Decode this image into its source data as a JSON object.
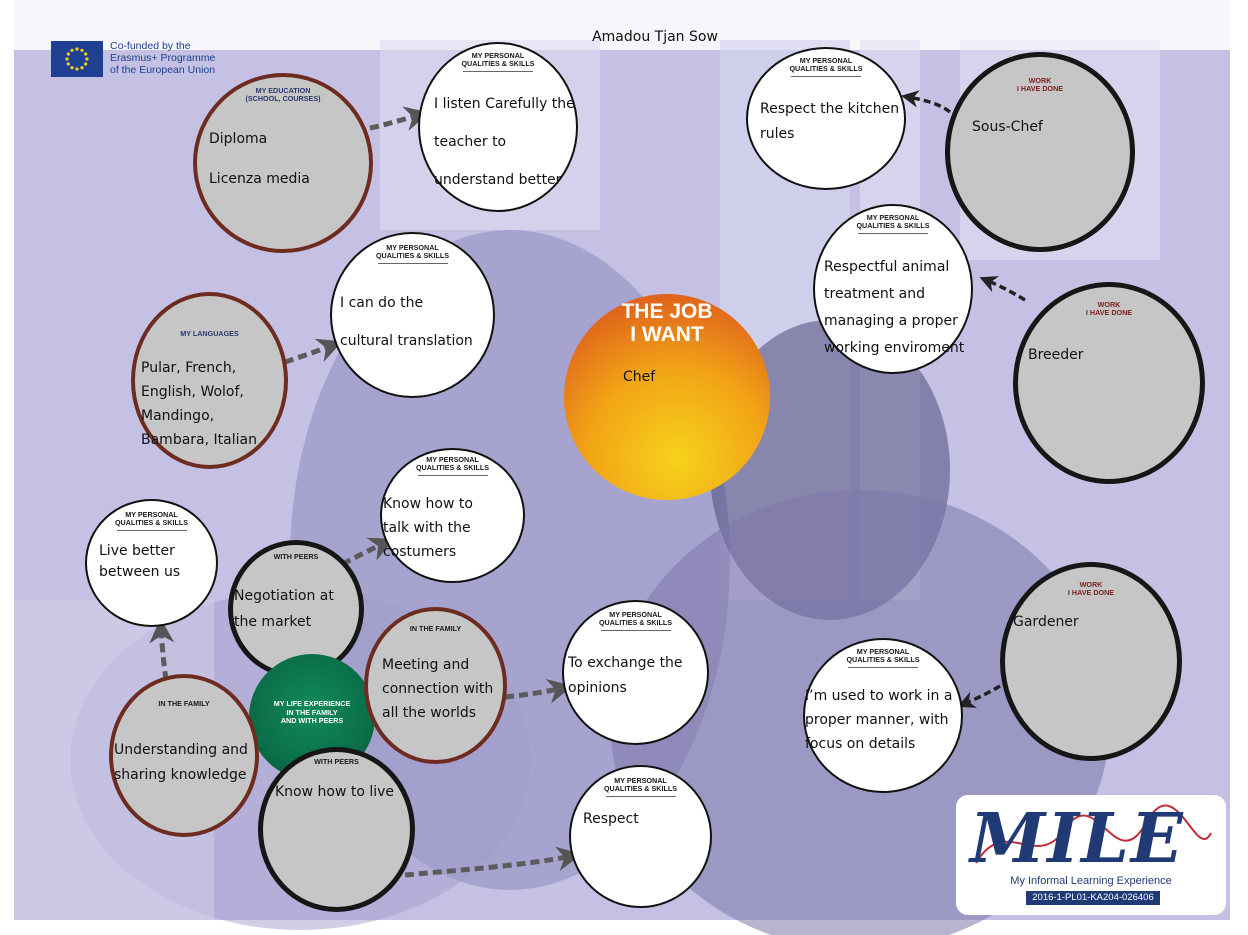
{
  "header": {
    "eu_text": "Co-funded by the\nErasmus+ Programme\nof the European Union",
    "person_name": "Amadou Tjan Sow"
  },
  "center": {
    "title": "THE JOB\nI WANT",
    "value": "Chef"
  },
  "life_experience": "MY LIFE EXPERIENCE\nIN THE FAMILY\nAND WITH PEERS",
  "nodes": {
    "education": {
      "heading": "MY EDUCATION\n(school, courses)",
      "lines": [
        "Diploma",
        "Licenza media"
      ]
    },
    "languages": {
      "heading": "MY LANGUAGES",
      "lines": [
        "Pular, French,",
        "English, Wolof,",
        "Mandingo,",
        "Bambara, Italian"
      ]
    },
    "q_listen": {
      "heading": "MY PERSONAL\nQUALITIES & SKILLS",
      "lines": [
        "I listen Carefully the",
        "teacher to",
        "understand better"
      ]
    },
    "q_translation": {
      "heading": "MY PERSONAL\nQUALITIES & SKILLS",
      "lines": [
        "I can do the",
        "cultural translation"
      ]
    },
    "q_kitchen": {
      "heading": "MY PERSONAL\nQUALITIES & SKILLS",
      "lines": [
        "Respect the kitchen",
        "rules"
      ]
    },
    "work_souschef": {
      "heading": "WORK\nI HAVE DONE",
      "lines": [
        "Sous-Chef"
      ]
    },
    "q_animal": {
      "heading": "MY PERSONAL\nQUALITIES & SKILLS",
      "lines": [
        "Respectful animal",
        "treatment and",
        "managing a proper",
        "working enviroment"
      ]
    },
    "work_breeder": {
      "heading": "WORK\nI HAVE DONE",
      "lines": [
        "Breeder"
      ]
    },
    "q_talk": {
      "heading": "MY PERSONAL\nQUALITIES & SKILLS",
      "lines": [
        "Know how to",
        "talk with the",
        "costumers"
      ]
    },
    "q_live": {
      "heading": "MY PERSONAL\nQUALITIES & SKILLS",
      "lines": [
        "Live better",
        "between us"
      ]
    },
    "peers_negotiation": {
      "heading": "WITH PEERS",
      "lines": [
        "Negotiation at",
        "the market"
      ]
    },
    "family_meeting": {
      "heading": "IN THE FAMILY",
      "lines": [
        "Meeting and",
        "connection with",
        "all the worlds"
      ]
    },
    "q_exchange": {
      "heading": "MY PERSONAL\nQUALITIES & SKILLS",
      "lines": [
        "To exchange the",
        "opinions"
      ]
    },
    "family_understanding": {
      "heading": "IN THE FAMILY",
      "lines": [
        "Understanding and",
        "sharing knowledge"
      ]
    },
    "peers_live": {
      "heading": "WITH PEERS",
      "lines": [
        "Know how to live"
      ]
    },
    "q_respect": {
      "heading": "MY PERSONAL\nQUALITIES & SKILLS",
      "lines": [
        "Respect"
      ]
    },
    "work_gardener": {
      "heading": "WORK\nI HAVE DONE",
      "lines": [
        "Gardener"
      ]
    },
    "q_manner": {
      "heading": "MY PERSONAL\nQUALITIES & SKILLS",
      "lines": [
        "I’m used to work in a",
        "proper manner, with",
        "focus on details"
      ]
    }
  },
  "logo": {
    "word": "MILE",
    "tagline": "My Informal Learning Experience",
    "code": "2016-1-PL01-KA204-026406"
  },
  "colors": {
    "background_tint": "#b9b6dc",
    "ring_maroon": "#6e2b20",
    "node_grey": "#c6c6c6",
    "job_orange": "#e0661c",
    "life_green": "#0b6f4a",
    "logo_navy": "#203a75"
  }
}
